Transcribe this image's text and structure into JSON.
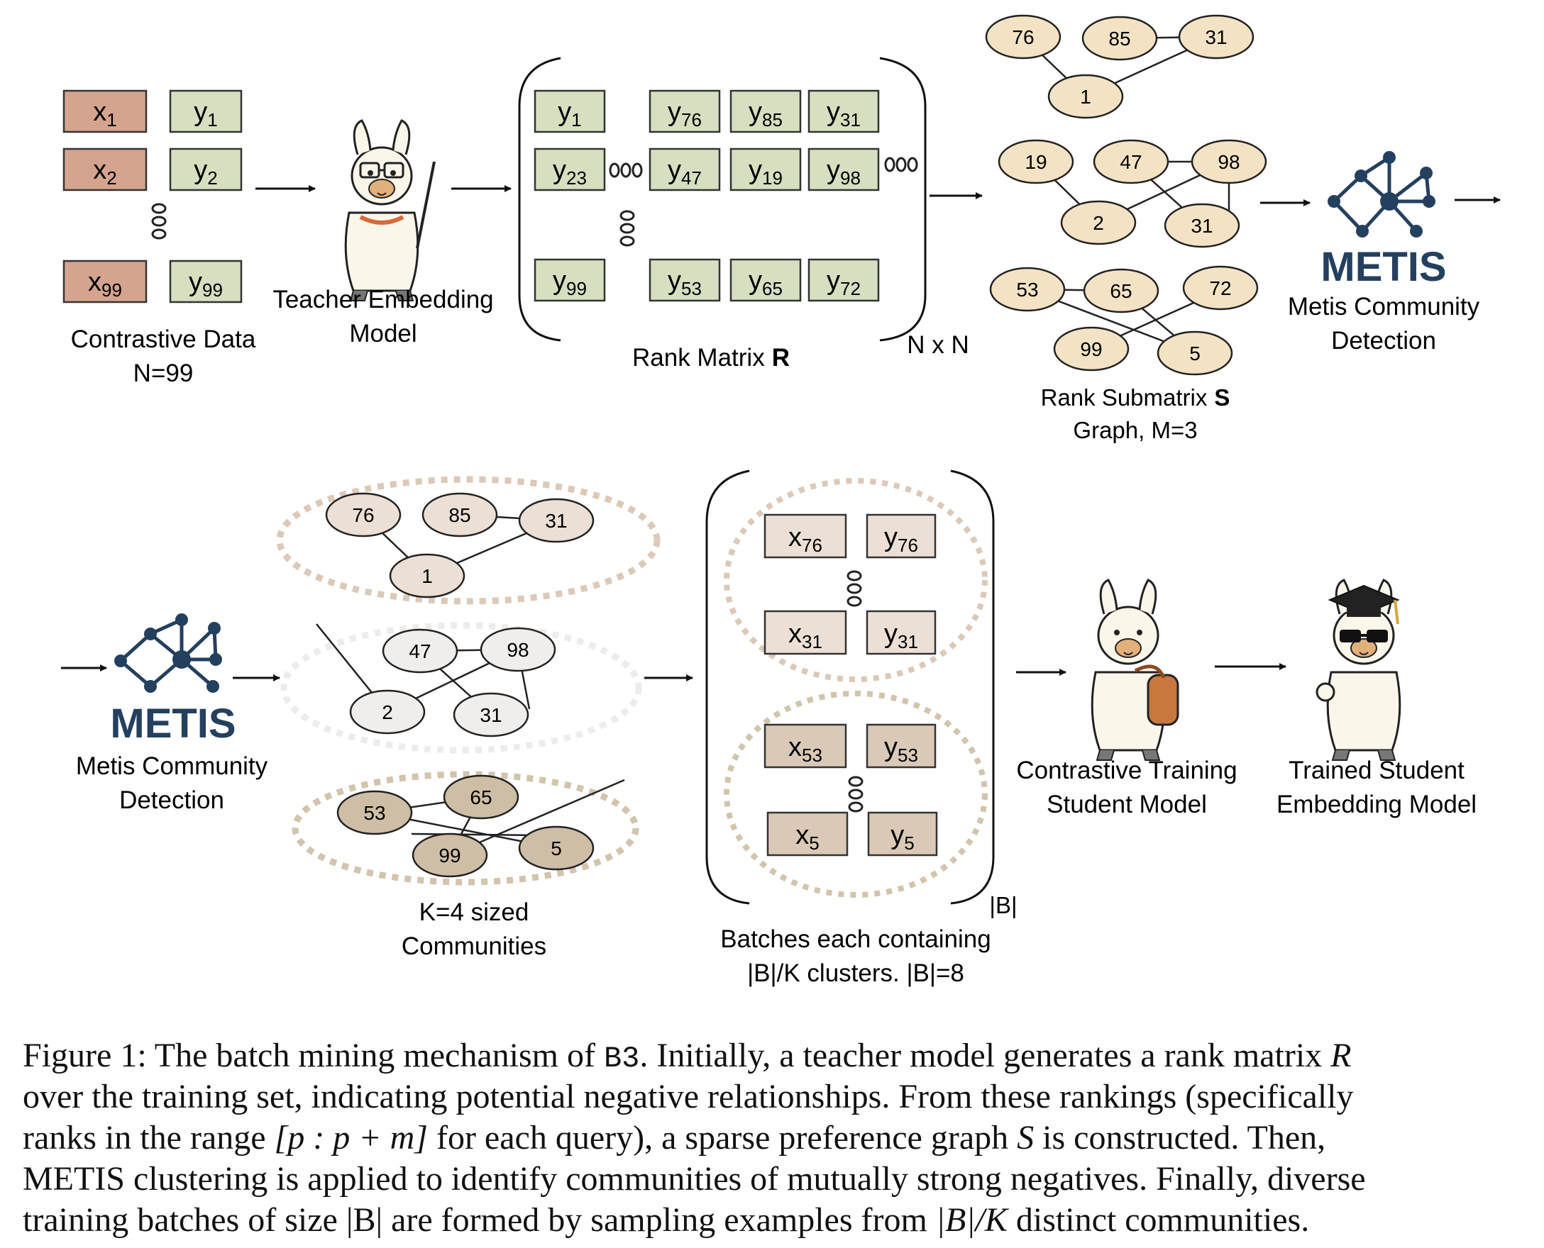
{
  "labels": {
    "contrastive_data": "Contrastive Data",
    "n_value": "N=99",
    "teacher_line1": "Teacher Embedding",
    "teacher_line2": "Model",
    "rank_matrix": "Rank Matrix",
    "rank_matrix_symbol": "R",
    "n_by_n": "N x N",
    "rank_submatrix": "Rank Submatrix",
    "rank_submatrix_symbol": "S",
    "graph_m": "Graph, M=3",
    "metis_logo": "METIS",
    "metis_line1": "Metis Community",
    "metis_line2": "Detection",
    "communities_line1": "K=4 sized",
    "communities_line2": "Communities",
    "batch_size_symbol": "|B|",
    "batches_line1": "Batches each containing",
    "batches_line2": "|B|/K clusters. |B|=8",
    "student_line1": "Contrastive Training",
    "student_line2": "Student Model",
    "trained_line1": "Trained Student",
    "trained_line2": "Embedding Model"
  },
  "contrastive_pairs": [
    {
      "x": "x",
      "x_sub": "1",
      "y": "y",
      "y_sub": "1"
    },
    {
      "x": "x",
      "x_sub": "2",
      "y": "y",
      "y_sub": "2"
    },
    {
      "x": "x",
      "x_sub": "99",
      "y": "y",
      "y_sub": "99"
    }
  ],
  "rank_matrix_cells": [
    {
      "v": "y",
      "sub": "1"
    },
    {
      "v": "y",
      "sub": "76"
    },
    {
      "v": "y",
      "sub": "85"
    },
    {
      "v": "y",
      "sub": "31"
    },
    {
      "v": "y",
      "sub": "23"
    },
    {
      "v": "y",
      "sub": "47"
    },
    {
      "v": "y",
      "sub": "19"
    },
    {
      "v": "y",
      "sub": "98"
    },
    {
      "v": "y",
      "sub": "99"
    },
    {
      "v": "y",
      "sub": "53"
    },
    {
      "v": "y",
      "sub": "65"
    },
    {
      "v": "y",
      "sub": "72"
    }
  ],
  "graph_top": {
    "g1": [
      "76",
      "85",
      "31",
      "1"
    ],
    "g2": [
      "19",
      "47",
      "98",
      "2",
      "31"
    ],
    "g3": [
      "53",
      "65",
      "72",
      "99",
      "5"
    ]
  },
  "graph_bottom": {
    "c1": [
      "76",
      "85",
      "31",
      "1"
    ],
    "c2": [
      "47",
      "98",
      "2",
      "31"
    ],
    "c3": [
      "53",
      "65",
      "99",
      "5"
    ]
  },
  "batch_cells": [
    {
      "v": "x",
      "sub": "76"
    },
    {
      "v": "y",
      "sub": "76"
    },
    {
      "v": "x",
      "sub": "31"
    },
    {
      "v": "y",
      "sub": "31"
    },
    {
      "v": "x",
      "sub": "53"
    },
    {
      "v": "y",
      "sub": "53"
    },
    {
      "v": "x",
      "sub": "5"
    },
    {
      "v": "y",
      "sub": "5"
    }
  ],
  "caption": {
    "l1_a": "Figure 1: The batch mining mechanism of ",
    "l1_b": "B3",
    "l1_c": ". Initially, a teacher model generates a rank matrix ",
    "l1_d": "R",
    "l2": "over the training set, indicating potential negative relationships. From these rankings (specifically",
    "l3_a": "ranks in the range ",
    "l3_b": "[p : p + m]",
    "l3_c": " for each query), a sparse preference graph ",
    "l3_d": "S",
    "l3_e": " is constructed. Then,",
    "l4": "METIS clustering is applied to identify communities of mutually strong negatives. Finally, diverse",
    "l5_a": "training batches of size |B| are formed by sampling examples from ",
    "l5_b": "|B|/K",
    "l5_c": " distinct communities."
  },
  "colors": {
    "x_fill": "#d4a48f",
    "y_fill": "#d6dfc0",
    "node_fill": "#f3e3c4",
    "metis": "#24405f",
    "comm1": "#ecdfd5",
    "comm2": "#efeeec",
    "comm3": "#cfbea6",
    "batch_x_top": "#ece0d6",
    "batch_x_bottom": "#d9c9b6"
  }
}
